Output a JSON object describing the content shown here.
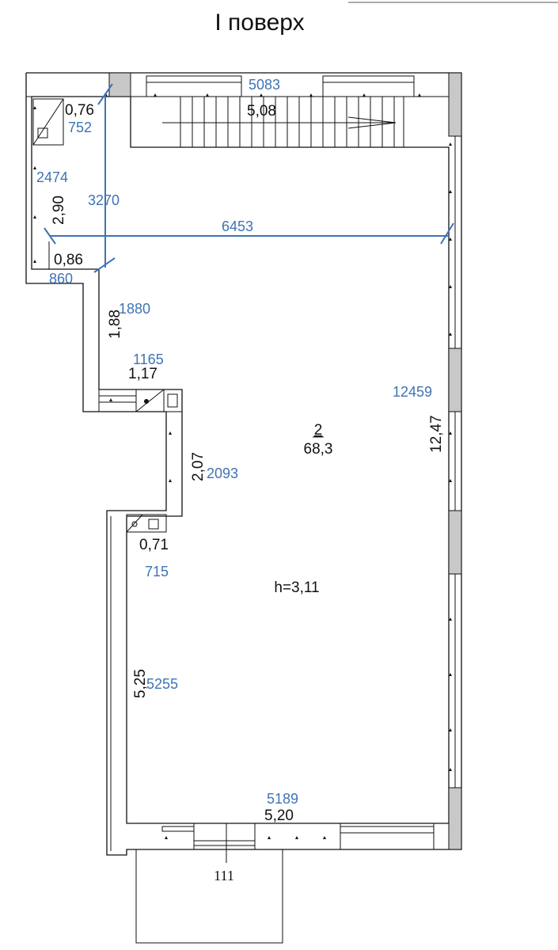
{
  "title": "І поверх",
  "room": {
    "number": "2",
    "area": "68,3",
    "height": "h=3,11"
  },
  "dimensions": {
    "top_wall_m": "5,08",
    "top_wall_mm": "5083",
    "upper_left_short_m": "0,76",
    "upper_left_short_mm": "752",
    "left_wall_upper_m": "2,90",
    "left_wall_upper_mm": "2474",
    "diagonal_vertical_mm": "3270",
    "diagonal_horizontal_mm": "6453",
    "left_step_m": "0,86",
    "left_step_mm": "860",
    "left_mid_m": "1,88",
    "left_mid_mm": "1880",
    "left_offset_m": "1,17",
    "left_offset_mm": "1165",
    "center_wall_m": "2,07",
    "center_wall_mm": "2093",
    "small_offset_m": "0,71",
    "small_offset_mm": "715",
    "left_lower_m": "5,25",
    "left_lower_mm": "5255",
    "right_wall_m": "12,47",
    "right_wall_mm": "12459",
    "bottom_wall_m": "5,20",
    "bottom_wall_mm": "5189"
  },
  "entrance_label": "111",
  "colors": {
    "wall": "#111111",
    "blue_annotation": "#3f73b5",
    "column_fill": "#c8c8c8"
  }
}
